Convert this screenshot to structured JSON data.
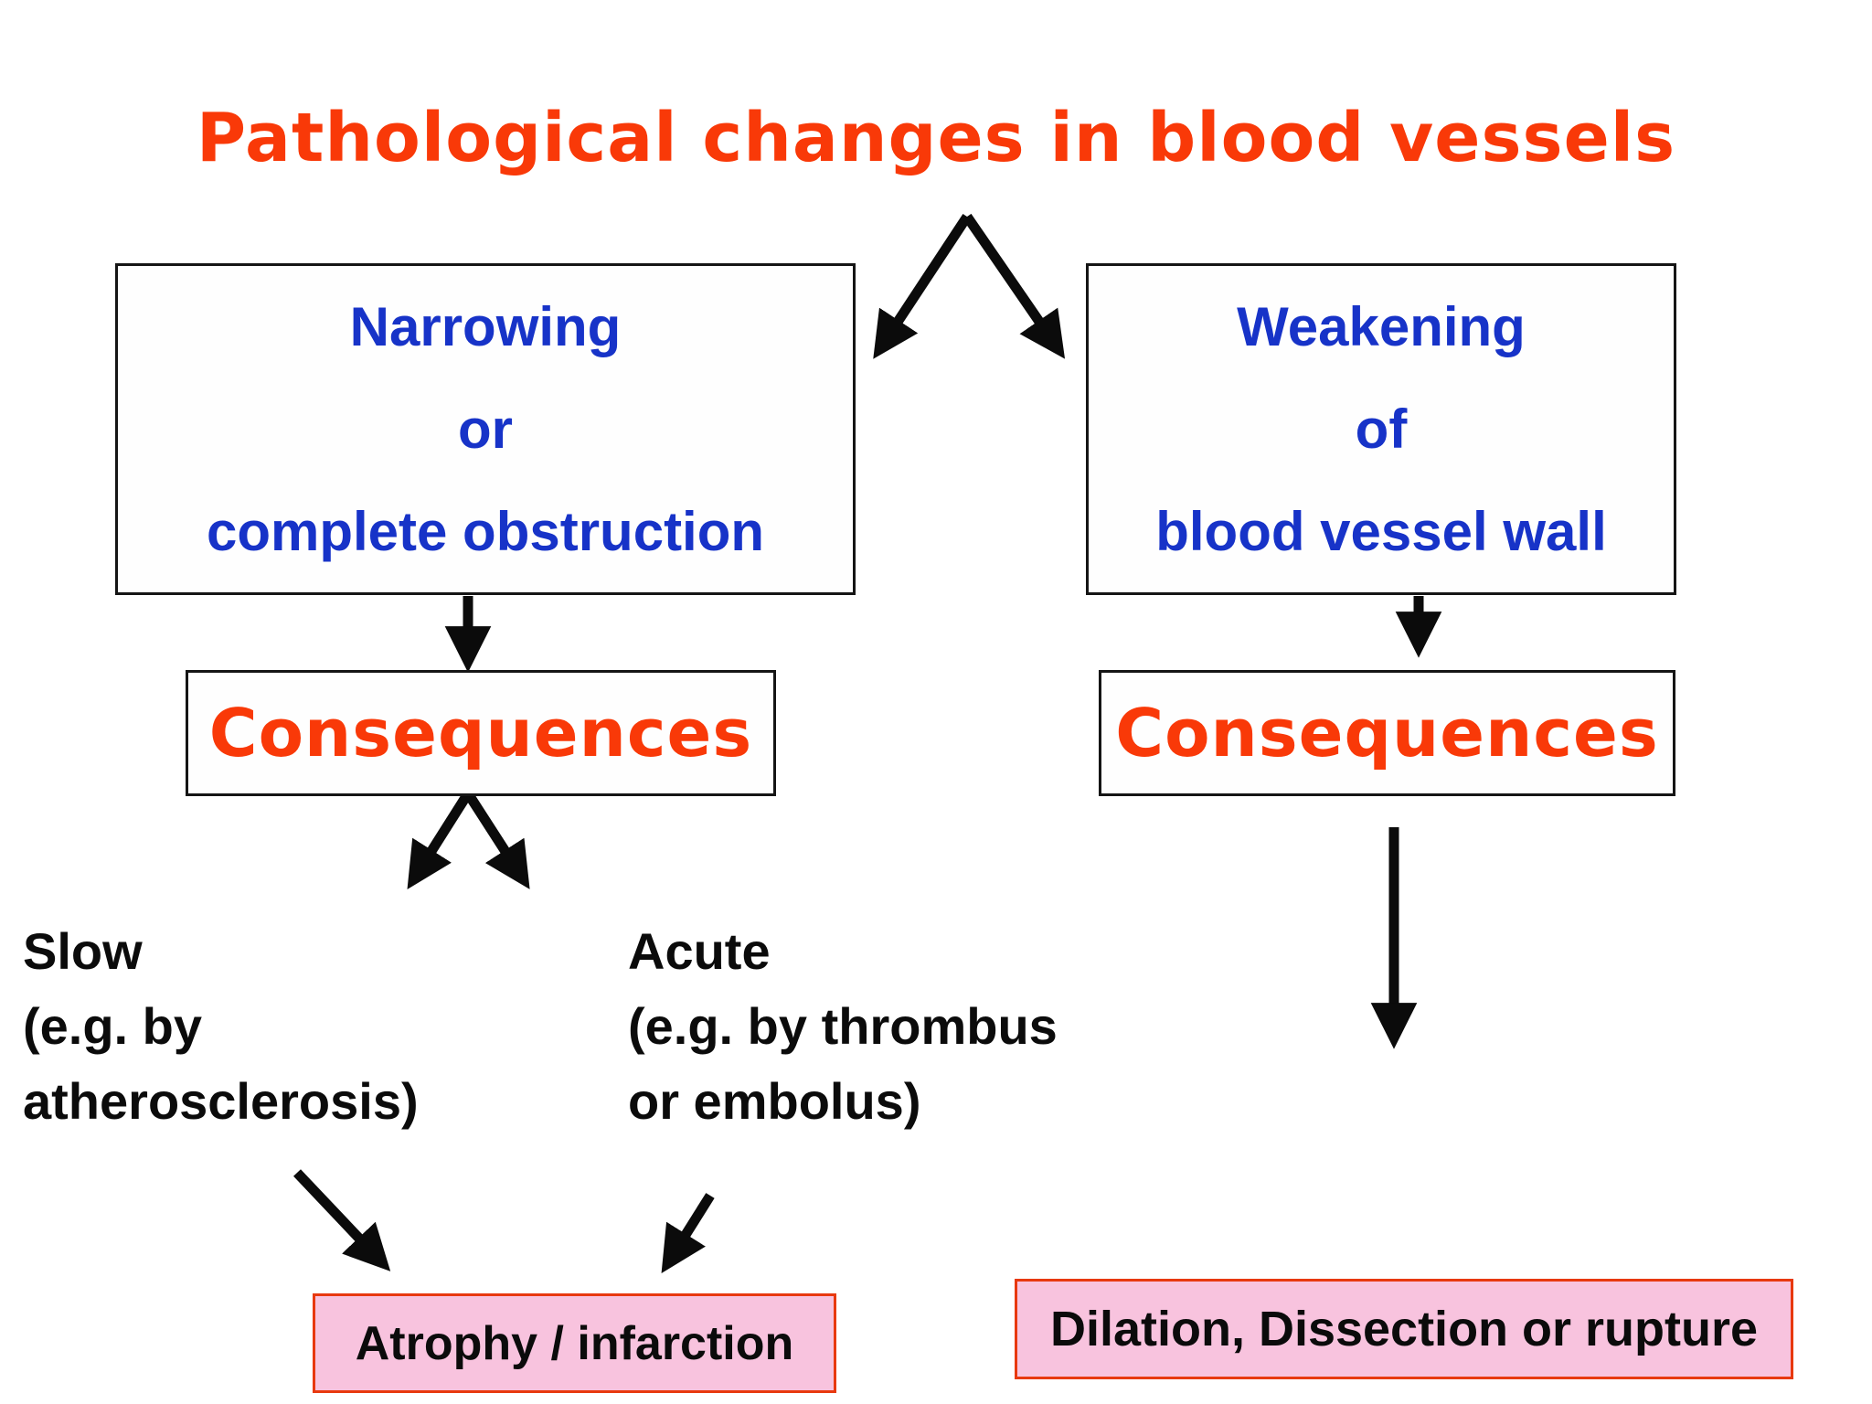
{
  "slide": {
    "title": "Pathological changes in blood vessels",
    "colors": {
      "accent_red": "#F93908",
      "text_blue": "#1733C8",
      "pink_fill": "#F8C3DE",
      "pink_border": "#E8390F",
      "arrow_black": "#0B0B0B",
      "box_border": "#151515"
    }
  },
  "left_branch": {
    "cause_lines": [
      "Narrowing",
      "or",
      "complete obstruction"
    ],
    "consequences_label": "Consequences",
    "slow_lines": [
      "Slow",
      "(e.g. by",
      "atherosclerosis)"
    ],
    "acute_lines": [
      "Acute",
      "(e.g. by thrombus",
      "or embolus)"
    ],
    "outcome_label": "Atrophy / infarction"
  },
  "right_branch": {
    "cause_lines": [
      "Weakening",
      "of",
      "blood vessel wall"
    ],
    "consequences_label": "Consequences",
    "outcome_label": "Dilation, Dissection or rupture"
  }
}
